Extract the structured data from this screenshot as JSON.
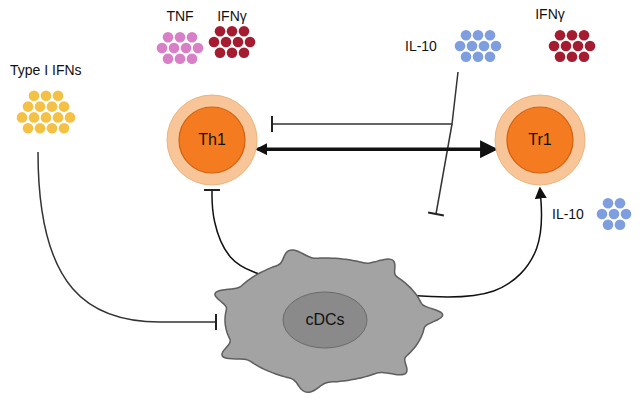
{
  "diagram": {
    "nodes": [
      {
        "text": [
          "Th1"
        ]
      },
      {
        "text": [
          "Tr1"
        ]
      },
      {
        "text": [
          "cDCs"
        ]
      }
    ],
    "edges": [
      {
        "from": 0,
        "to": 1,
        "arrow": "both"
      },
      {
        "from": 2,
        "to": 0,
        "arrow": "to"
      },
      {
        "from": 2,
        "to": 1,
        "arrow": "to"
      }
    ],
    "labels": [
      "TNF",
      "IFNγ",
      "IL-10",
      "IFNγ",
      "Type I IFNs",
      "IL-10"
    ]
  }
}
